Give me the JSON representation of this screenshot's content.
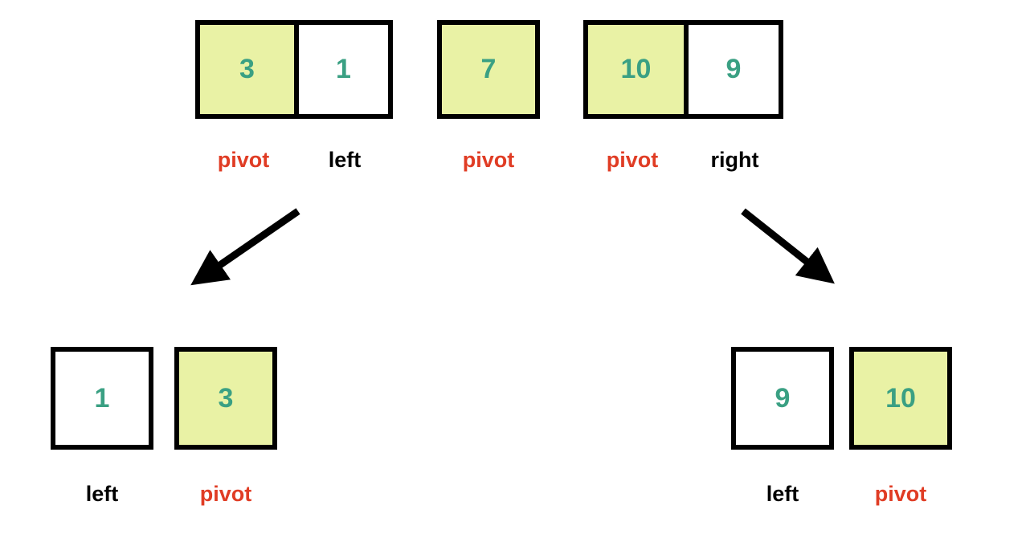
{
  "diagram": {
    "title": "quicksort-partition-recursion",
    "colors": {
      "pivot_fill": "#e9f2a5",
      "digit": "#3aa083",
      "pivot_label": "#e03c24",
      "label": "#000000",
      "border": "#000000",
      "background": "#ffffff"
    },
    "top_row": {
      "groups": [
        {
          "id": "group-left",
          "cells": [
            {
              "value": "3",
              "highlighted": true,
              "label": "pivot",
              "label_kind": "pivot"
            },
            {
              "value": "1",
              "highlighted": false,
              "label": "left",
              "label_kind": "plain"
            }
          ]
        },
        {
          "id": "group-middle",
          "cells": [
            {
              "value": "7",
              "highlighted": true,
              "label": "pivot",
              "label_kind": "pivot"
            }
          ]
        },
        {
          "id": "group-right",
          "cells": [
            {
              "value": "10",
              "highlighted": true,
              "label": "pivot",
              "label_kind": "pivot"
            },
            {
              "value": "9",
              "highlighted": false,
              "label": "right",
              "label_kind": "plain"
            }
          ]
        }
      ]
    },
    "arrows": [
      {
        "id": "arrow-to-bottom-left",
        "direction": "down-left",
        "from": "group-left",
        "to": "result-left"
      },
      {
        "id": "arrow-to-bottom-right",
        "direction": "down-right",
        "from": "group-right",
        "to": "result-right"
      }
    ],
    "bottom_row": {
      "groups": [
        {
          "id": "result-left",
          "cells": [
            {
              "value": "1",
              "highlighted": false,
              "label": "left",
              "label_kind": "plain"
            },
            {
              "value": "3",
              "highlighted": true,
              "label": "pivot",
              "label_kind": "pivot"
            }
          ]
        },
        {
          "id": "result-right",
          "cells": [
            {
              "value": "9",
              "highlighted": false,
              "label": "left",
              "label_kind": "plain"
            },
            {
              "value": "10",
              "highlighted": true,
              "label": "pivot",
              "label_kind": "pivot"
            }
          ]
        }
      ]
    }
  }
}
